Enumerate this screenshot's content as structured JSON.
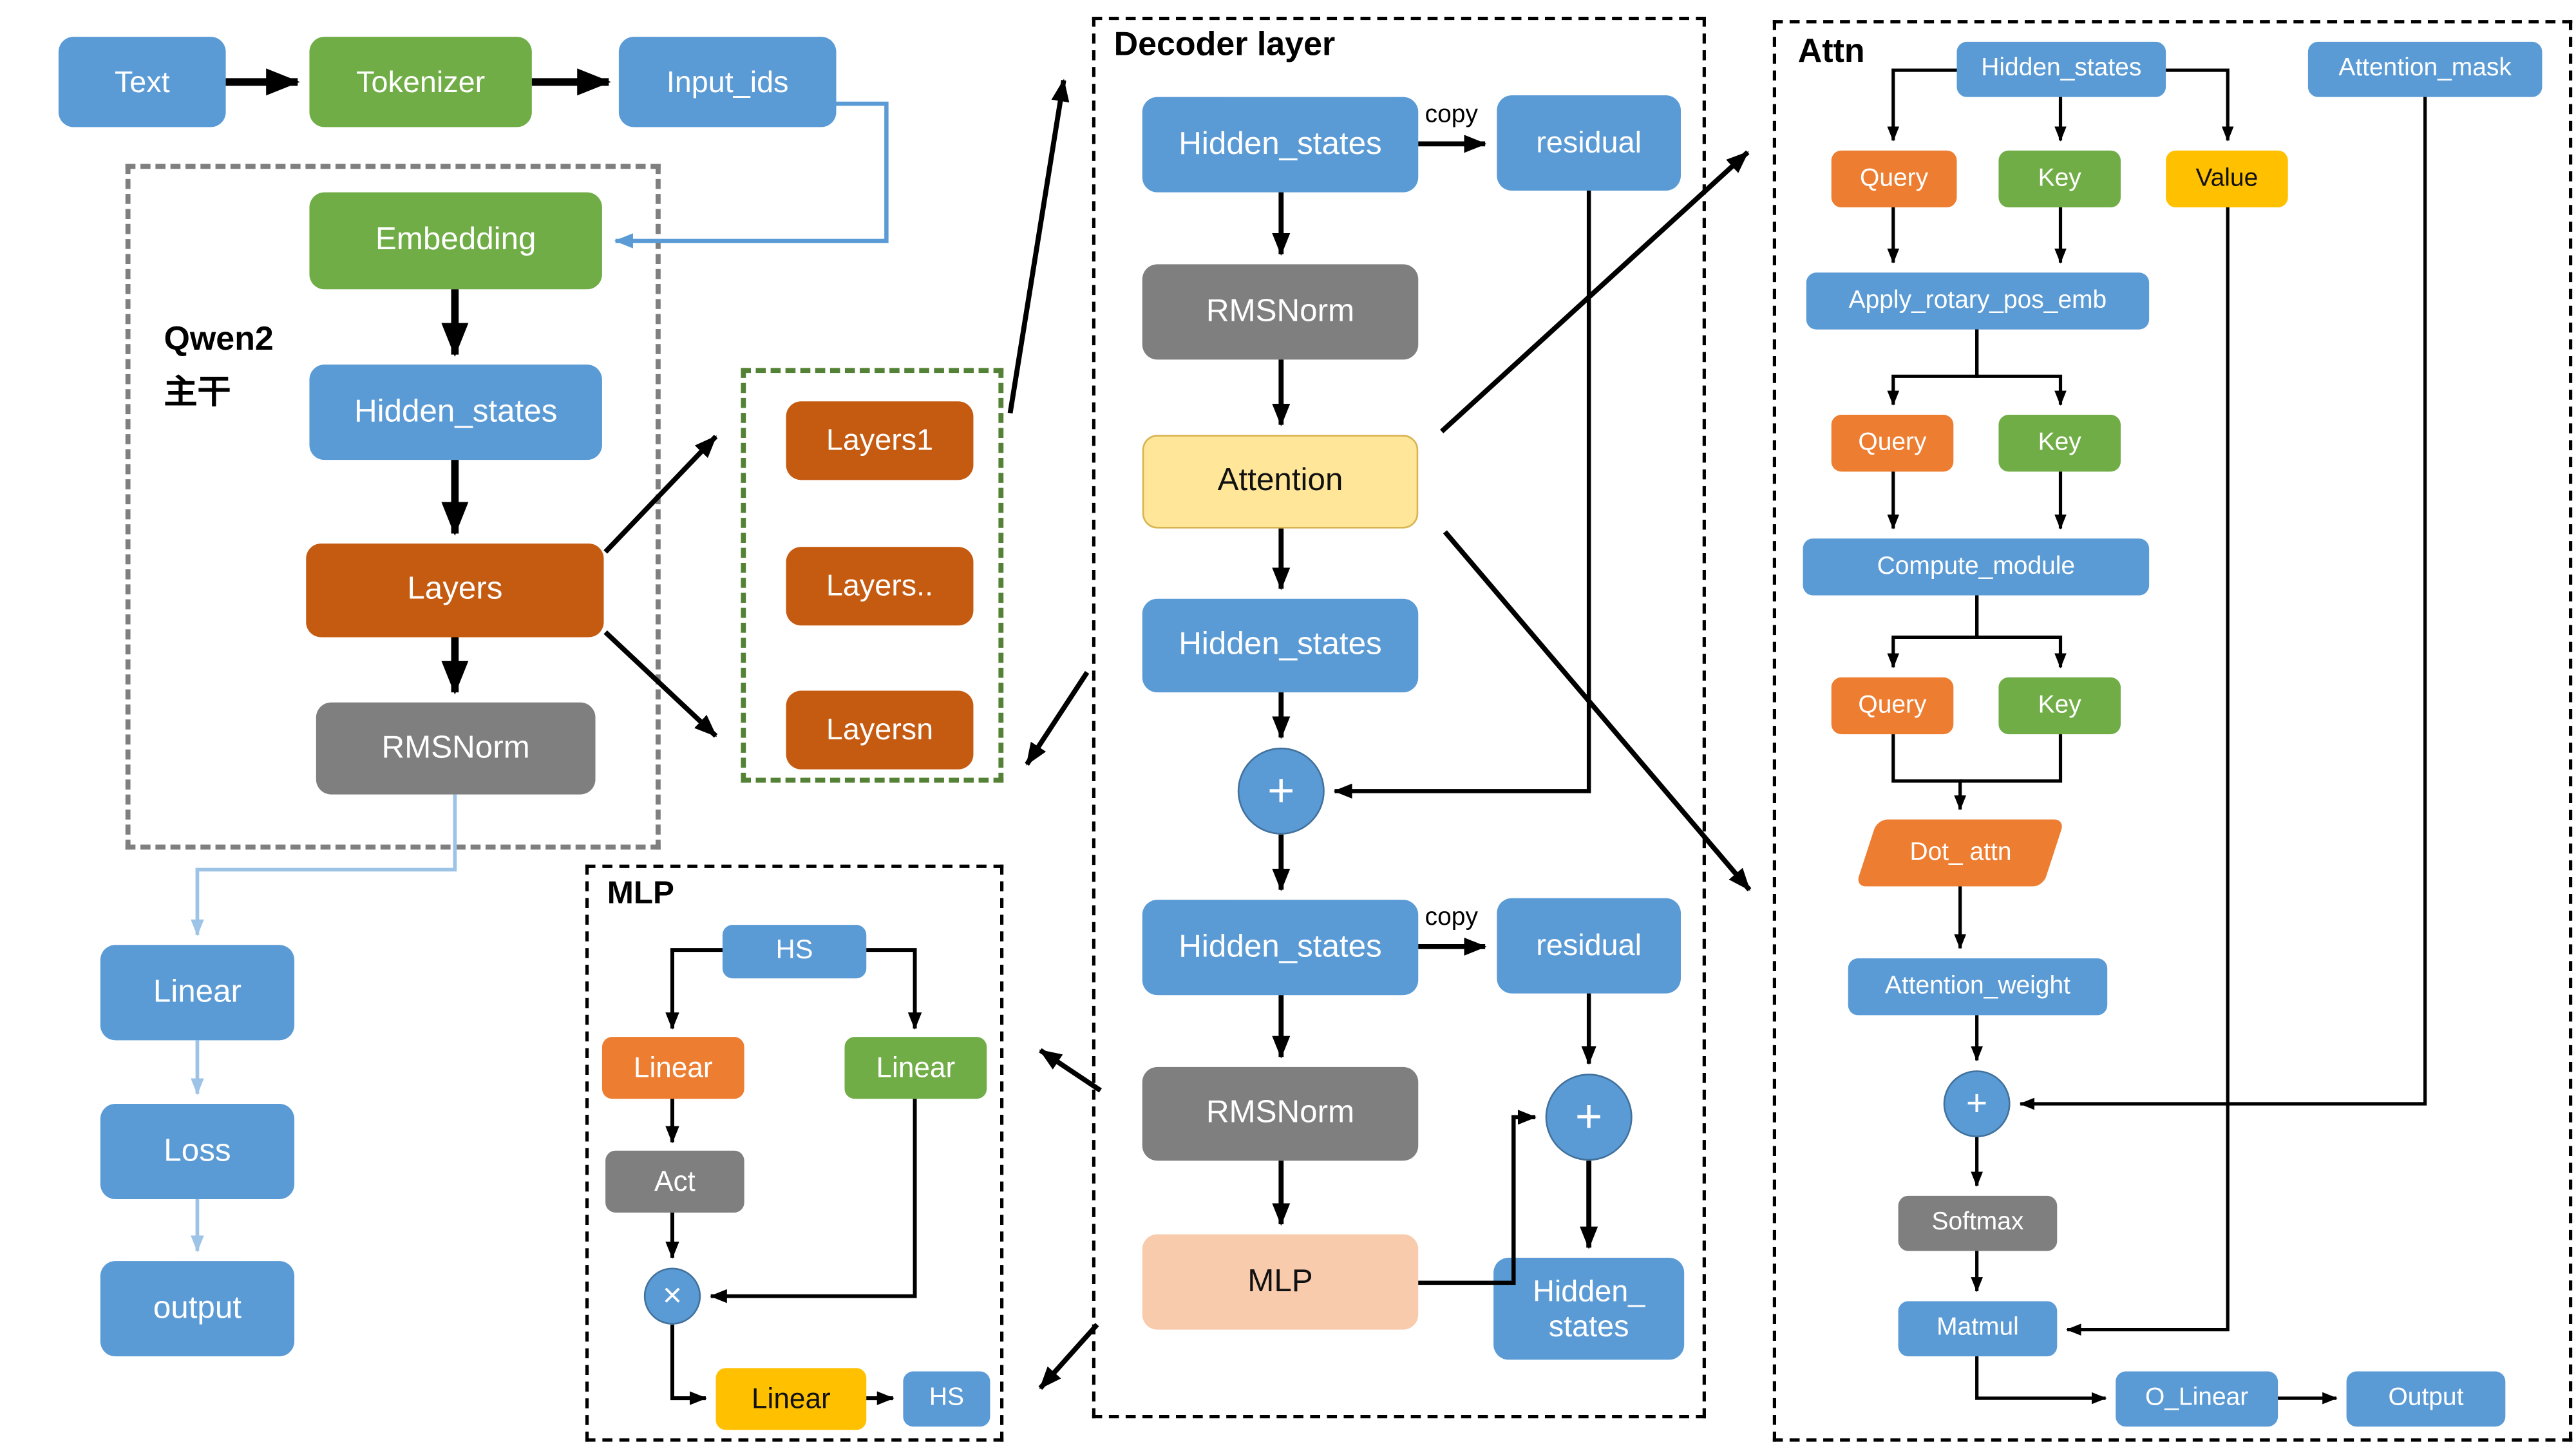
{
  "pipeline": {
    "text": "Text",
    "tokenizer": "Tokenizer",
    "input_ids": "Input_ids"
  },
  "qwen2": {
    "title": "Qwen2",
    "subtitle": "主干",
    "embedding": "Embedding",
    "hidden_states": "Hidden_states",
    "layers": "Layers",
    "rmsnorm": "RMSNorm"
  },
  "layers_group": {
    "layer1": "Layers1",
    "layer_mid": "Layers..",
    "layer_n": "Layersn"
  },
  "head": {
    "linear": "Linear",
    "loss": "Loss",
    "output": "output"
  },
  "mlp": {
    "title": "MLP",
    "hs_in": "HS",
    "gate_linear": "Linear",
    "up_linear": "Linear",
    "act": "Act",
    "multiply": "×",
    "down_linear": "Linear",
    "hs_out": "HS"
  },
  "decoder": {
    "title": "Decoder layer",
    "hidden_states_in": "Hidden_states",
    "copy1": "copy",
    "residual1": "residual",
    "rmsnorm1": "RMSNorm",
    "attention": "Attention",
    "hidden_states_mid": "Hidden_states",
    "plus1": "+",
    "hidden_states_2": "Hidden_states",
    "copy2": "copy",
    "residual2": "residual",
    "rmsnorm2": "RMSNorm",
    "mlp": "MLP",
    "plus2": "+",
    "hidden_states_out": "Hidden_\nstates"
  },
  "attn": {
    "title": "Attn",
    "hidden_states": "Hidden_states",
    "attention_mask": "Attention_mask",
    "query1": "Query",
    "key1": "Key",
    "value": "Value",
    "rotary": "Apply_rotary_pos_emb",
    "query2": "Query",
    "key2": "Key",
    "compute": "Compute_module",
    "query3": "Query",
    "key3": "Key",
    "dot_attn": "Dot_ attn",
    "attention_weight": "Attention_weight",
    "plus": "+",
    "softmax": "Softmax",
    "matmul": "Matmul",
    "o_linear": "O_Linear",
    "output": "Output"
  },
  "colors": {
    "blue": "#5B9BD5",
    "green": "#70AD47",
    "dark_orange": "#C55A11",
    "gray": "#7F7F7F",
    "orange": "#ED7D31",
    "yellow": "#FFC000",
    "light_yellow": "#FFE699",
    "peach": "#F8CBAD",
    "group_border_green": "#538135",
    "connector_light_blue": "#9DC3E6"
  }
}
